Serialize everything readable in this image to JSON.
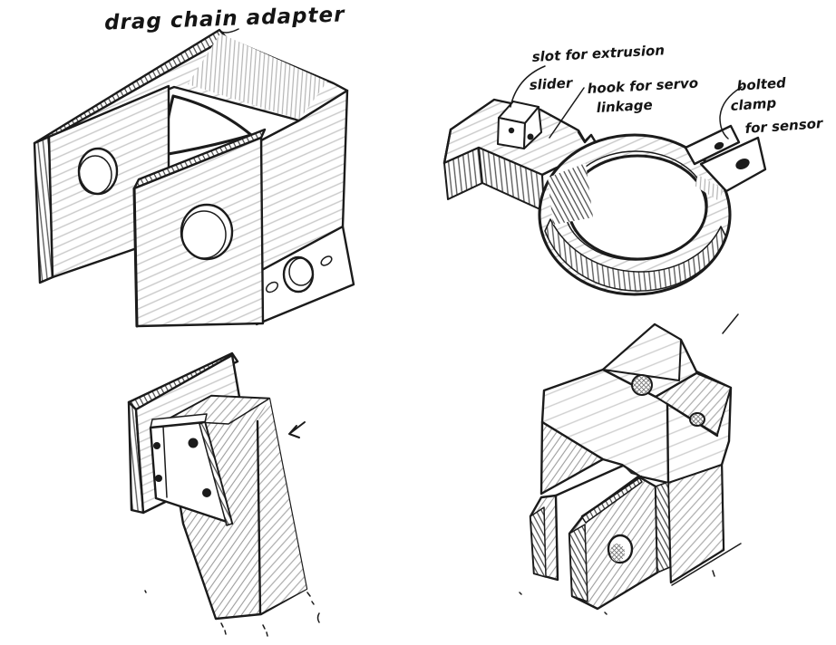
{
  "canvas": {
    "background": "#ffffff",
    "ink_color": "#1b1b1b",
    "pencil_color": "#c9c9c9"
  },
  "sketches": {
    "drag_chain_adapter": {
      "title": "drag chain adapter"
    },
    "sensor_clamp": {
      "labels": {
        "slot": {
          "line1": "slot for extrusion",
          "line2": "slider"
        },
        "hook": {
          "line1": "hook for servo",
          "line2": "linkage"
        },
        "clamp": {
          "line1": "bolted",
          "line2": "clamp",
          "line3": "for sensor"
        }
      }
    }
  }
}
